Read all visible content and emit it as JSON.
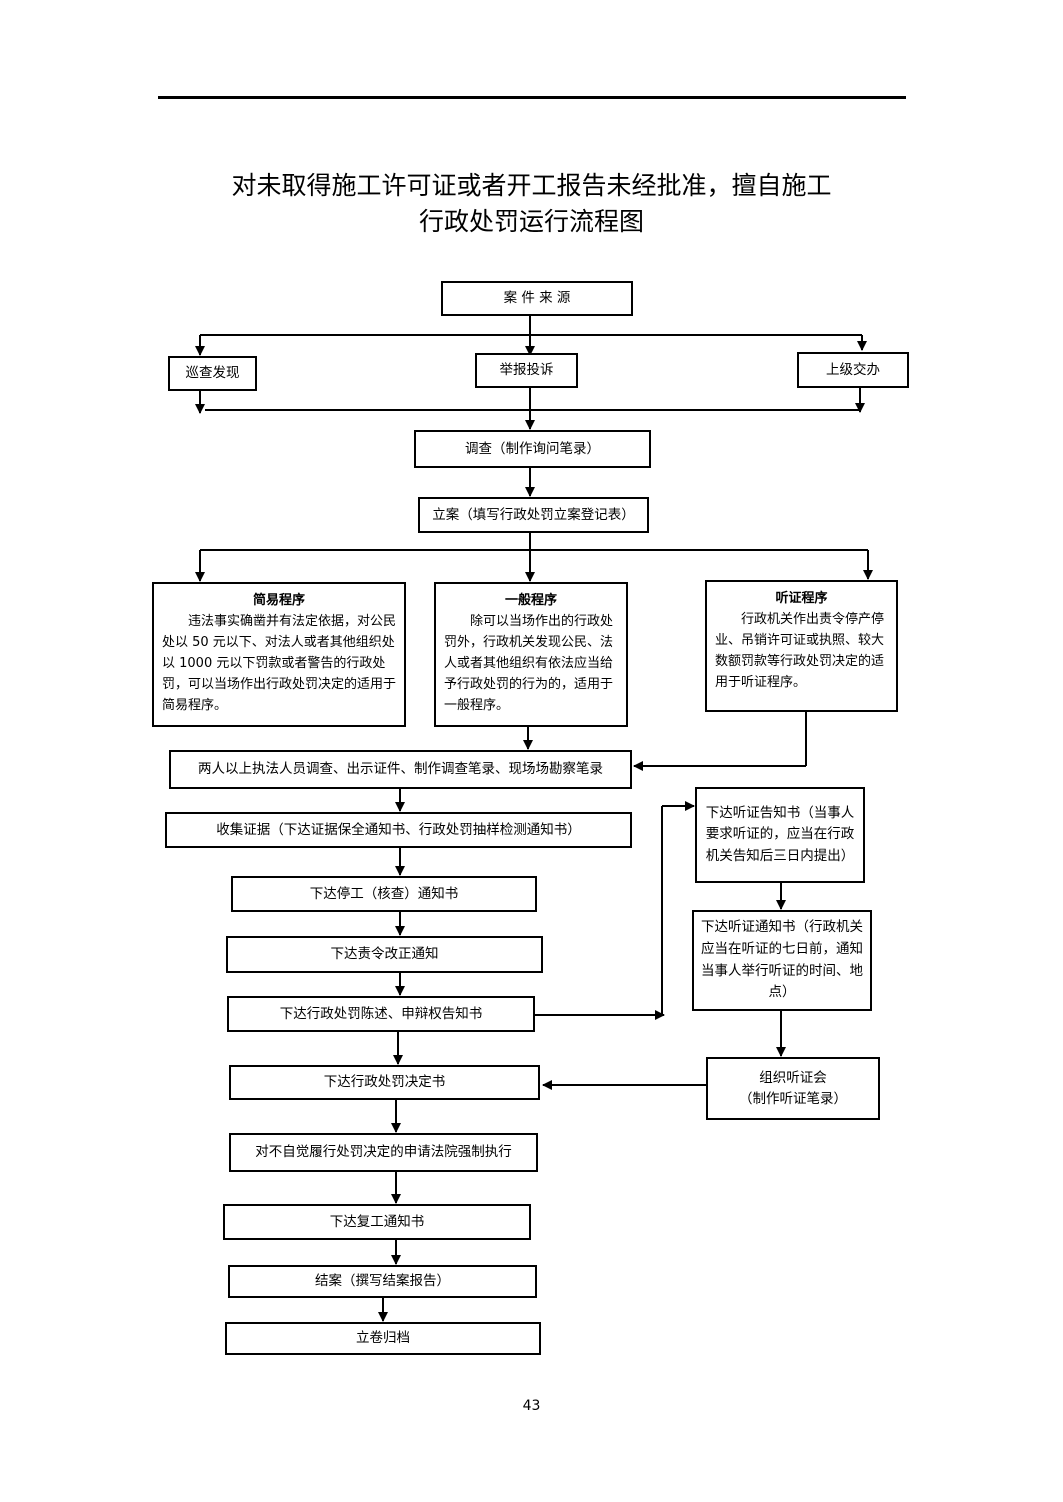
{
  "title_line1": "对未取得施工许可证或者开工报告未经批准，擅自施工",
  "title_line2": "行政处罚运行流程图",
  "source": "案 件 来 源",
  "inspect": "巡查发现",
  "report": "举报投诉",
  "superior": "上级交办",
  "investigate": "调查（制作询问笔录）",
  "register": "立案（填写行政处罚立案登记表）",
  "simple": {
    "heading": "简易程序",
    "text": "违法事实确凿并有法定依据，对公民处以 50 元以下、对法人或者其他组织处以 1000 元以下罚款或者警告的行政处罚，可以当场作出行政处罚决定的适用于简易程序。"
  },
  "general": {
    "heading": "一般程序",
    "text": "除可以当场作出的行政处罚外，行政机关发现公民、法人或者其他组织有依法应当给予行政处罚的行为的，适用于一般程序。"
  },
  "hearing": {
    "heading": "听证程序",
    "text": "行政机关作出责令停产停业、吊销许可证或执照、较大数额罚款等行政处罚决定的适用于听证程序。"
  },
  "two_officers": "两人以上执法人员调查、出示证件、制作调查笔录、现场场勘察笔录",
  "collect": "收集证据（下达证据保全通知书、行政处罚抽样检测通知书）",
  "stop_work": "下达停工（核查）通知书",
  "rectify": "下达责令改正通知",
  "statement": "下达行政处罚陈述、申辩权告知书",
  "decision": "下达行政处罚决定书",
  "enforce": "对不自觉履行处罚决定的申请法院强制执行",
  "resume": "下达复工通知书",
  "close": "结案（撰写结案报告）",
  "archive": "立卷归档",
  "hearing_notice": "下达听证告知书（当事人要求听证的，应当在行政机关告知后三日内提出）",
  "hearing_notify": "下达听证通知书（行政机关应当在听证的七日前，通知当事人举行听证的时间、地点）",
  "hearing_meeting_1": "组织听证会",
  "hearing_meeting_2": "（制作听证笔录）",
  "page_number": "43"
}
